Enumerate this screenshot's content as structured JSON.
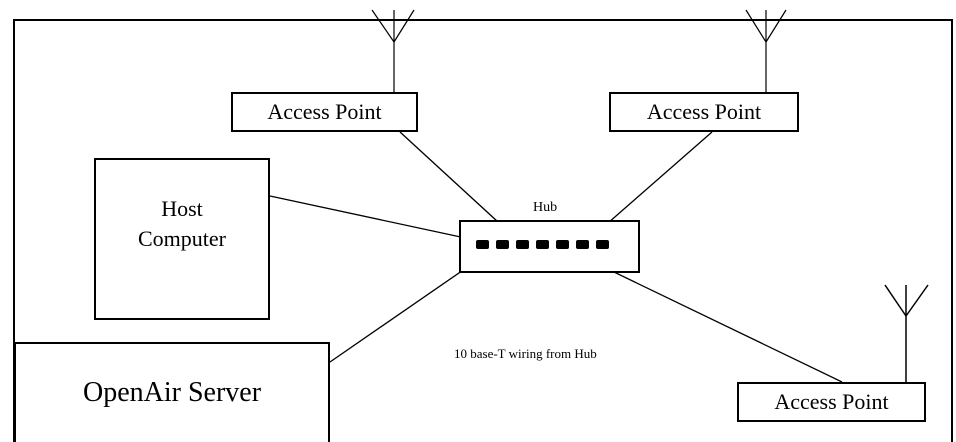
{
  "diagram": {
    "access_point_1": "Access Point",
    "access_point_2": "Access Point",
    "access_point_3": "Access Point",
    "host_computer": "Host\nComputer",
    "hub_label": "Hub",
    "server": "OpenAir Server",
    "wiring_label": "10 base-T wiring from Hub",
    "hub_port_count": 7
  }
}
